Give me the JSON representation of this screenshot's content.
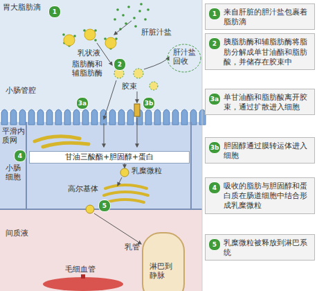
{
  "diagram": {
    "nodes": [
      {
        "text": [
          "甘油三酸酯+胆固醇+蛋白"
        ]
      },
      {
        "text": [
          "1",
          "来自肝脏的胆汁盐包裹着脂肪滴"
        ]
      },
      {
        "text": [
          "2",
          "胰脂肪酶和辅脂肪酶将脂肪分解成单甘油酯和脂肪酸，并储存在胶束中"
        ]
      },
      {
        "text": [
          "3a",
          "单甘油酯和脂肪酸离开胶束，通过扩散进入细胞"
        ]
      },
      {
        "text": [
          "3b",
          "胆固醇通过膜转运体进入细胞"
        ]
      },
      {
        "text": [
          "4",
          "吸收的脂肪与胆固醇和蛋白质在肠道细胞中结合形成乳糜微粒"
        ]
      },
      {
        "text": [
          "5",
          "乳糜微粒被释放到淋巴系统"
        ]
      }
    ],
    "labels": [
      "胃大脂肪滴",
      "肝脏汁盐",
      "乳状液",
      "脂肪酶和辅脂肪酶",
      "胶束",
      "肝汁盐回收",
      "小肠管腔",
      "平滑内质网",
      "乳糜微粒",
      "小肠细胞",
      "高尔基体",
      "间质液",
      "毛细血管",
      "乳管",
      "淋巴到静脉",
      "1",
      "2",
      "3a",
      "3b",
      "4",
      "5"
    ]
  }
}
